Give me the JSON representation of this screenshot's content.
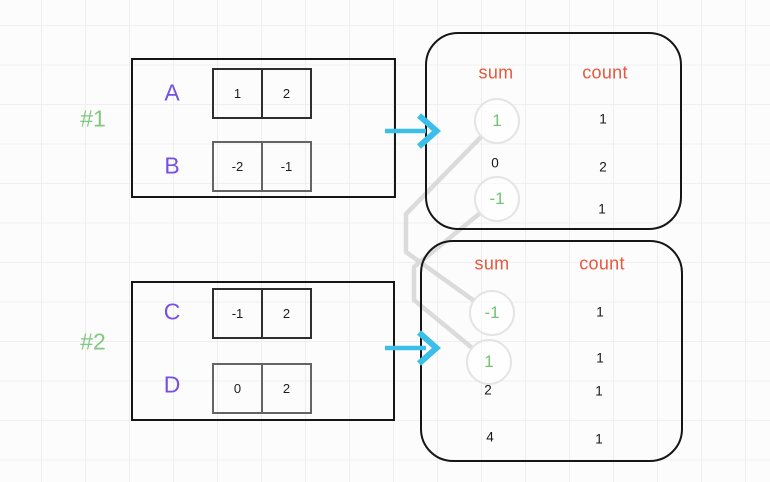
{
  "colors": {
    "array_label_purple": "#7450e8",
    "tag_green": "#82c87f",
    "highlight_green": "#74c274",
    "header_coral": "#e8583d",
    "arrow_cyan": "#3bbfe8",
    "connector_gray": "#d7d7d7",
    "ink": "#161616"
  },
  "groups": [
    {
      "tag": "#1",
      "arrays": [
        {
          "name": "A",
          "values": [
            "1",
            "2"
          ]
        },
        {
          "name": "B",
          "values": [
            "-2",
            "-1"
          ]
        }
      ]
    },
    {
      "tag": "#2",
      "arrays": [
        {
          "name": "C",
          "values": [
            "-1",
            "2"
          ]
        },
        {
          "name": "D",
          "values": [
            "0",
            "2"
          ]
        }
      ]
    }
  ],
  "tables": [
    {
      "headers": {
        "sum": "sum",
        "count": "count"
      },
      "rows": [
        {
          "sum": "1",
          "count": "1",
          "highlighted": true
        },
        {
          "sum": "0",
          "count": "2",
          "highlighted": false
        },
        {
          "sum": "-1",
          "count": "1",
          "highlighted": true
        }
      ]
    },
    {
      "headers": {
        "sum": "sum",
        "count": "count"
      },
      "rows": [
        {
          "sum": "-1",
          "count": "1",
          "highlighted": true
        },
        {
          "sum": "1",
          "count": "1",
          "highlighted": true
        },
        {
          "sum": "2",
          "count": "1",
          "highlighted": false
        },
        {
          "sum": "4",
          "count": "1",
          "highlighted": false
        }
      ]
    }
  ],
  "icons": {
    "arrow_1": "right-arrow",
    "arrow_2": "right-arrow"
  },
  "connections": [
    {
      "from": "table-1 sum 1",
      "to": "table-2 sum -1"
    },
    {
      "from": "table-1 sum -1",
      "to": "table-2 sum 1"
    }
  ]
}
